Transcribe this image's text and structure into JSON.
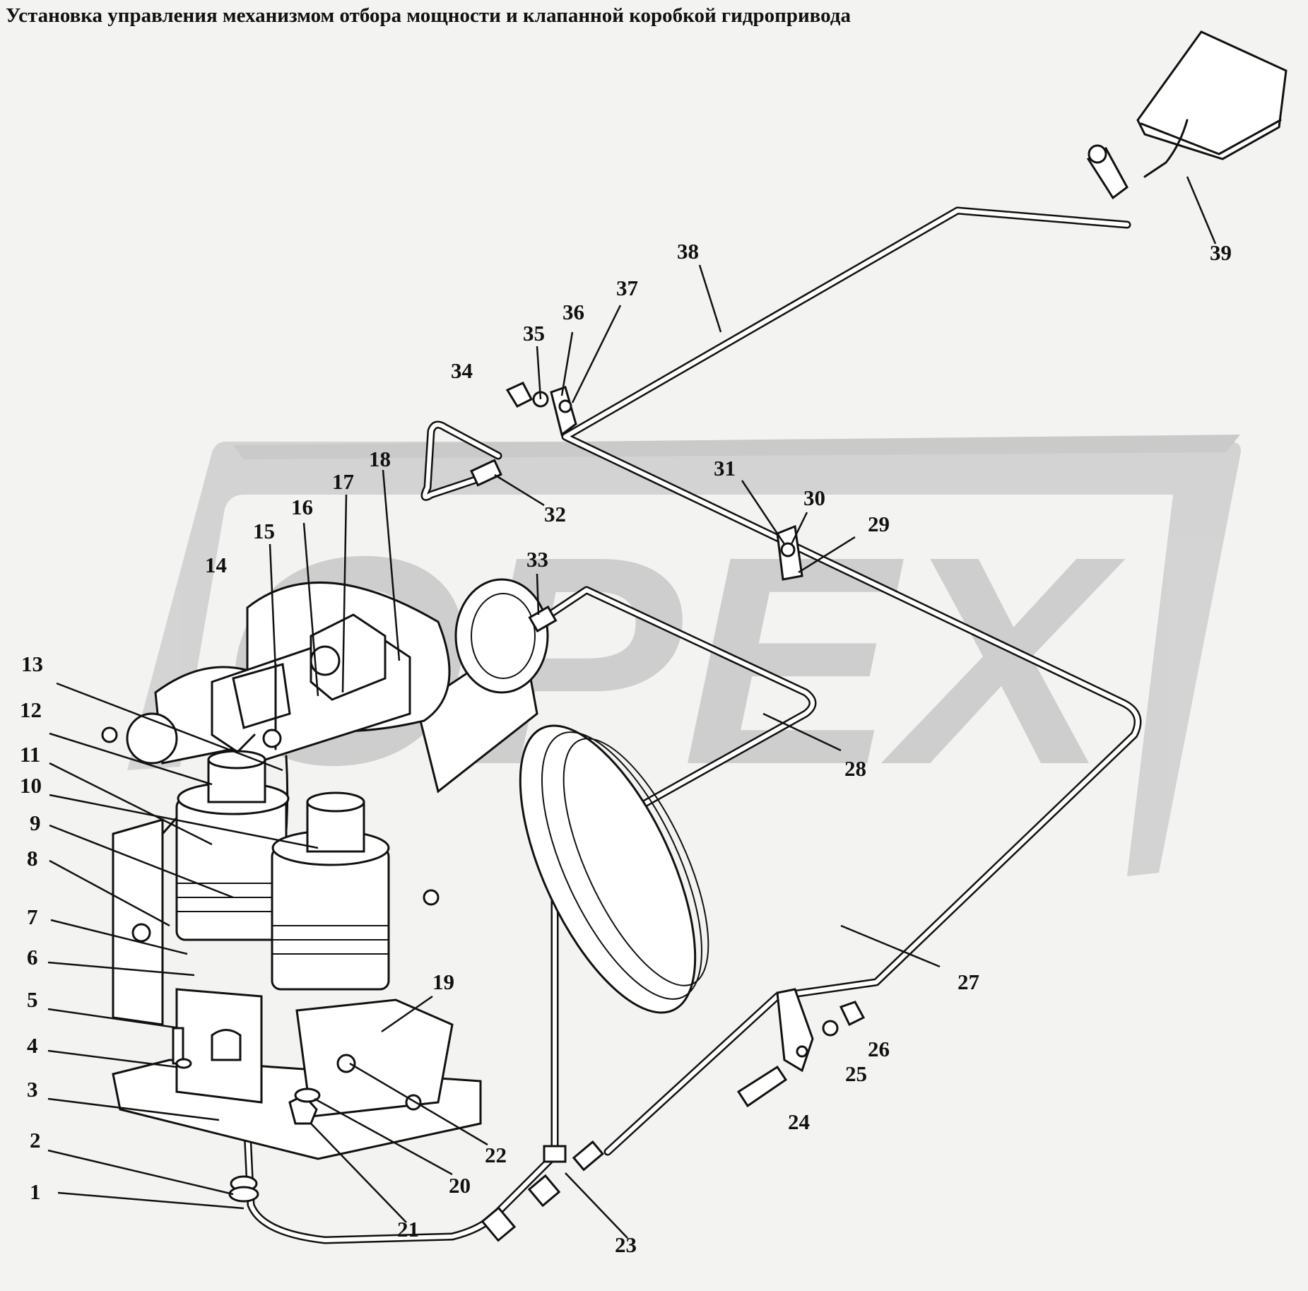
{
  "title": "Установка управления механизмом отбора мощности и клапанной коробкой гидропривода",
  "watermark": "OPEX",
  "colors": {
    "background": "#f3f3f1",
    "ink": "#111111",
    "watermark": "#c9c9c9"
  },
  "callouts": [
    "1",
    "2",
    "3",
    "4",
    "5",
    "6",
    "7",
    "8",
    "9",
    "10",
    "11",
    "12",
    "13",
    "14",
    "15",
    "16",
    "17",
    "18",
    "19",
    "20",
    "21",
    "22",
    "23",
    "24",
    "25",
    "26",
    "27",
    "28",
    "29",
    "30",
    "31",
    "32",
    "33",
    "34",
    "35",
    "36",
    "37",
    "38",
    "39"
  ]
}
